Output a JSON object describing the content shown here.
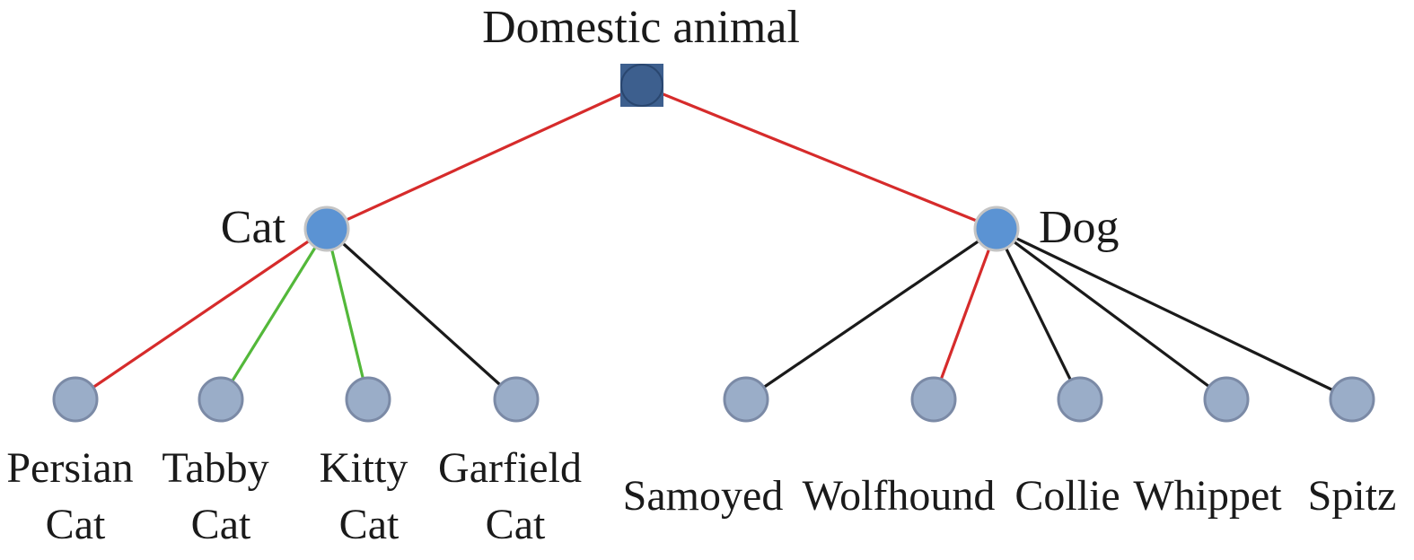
{
  "tree": {
    "root": {
      "label": "Domestic animal"
    },
    "groups": [
      {
        "id": "cat",
        "label": "Cat",
        "children": [
          {
            "lines": [
              "Persian",
              "Cat"
            ],
            "edge_color": "#d62b2b"
          },
          {
            "lines": [
              "Tabby",
              "Cat"
            ],
            "edge_color": "#53b83a"
          },
          {
            "lines": [
              "Kitty",
              "Cat"
            ],
            "edge_color": "#53b83a"
          },
          {
            "lines": [
              "Garfield",
              "Cat"
            ],
            "edge_color": "#1a1a1a"
          }
        ]
      },
      {
        "id": "dog",
        "label": "Dog",
        "children": [
          {
            "lines": [
              "Samoyed"
            ],
            "edge_color": "#1a1a1a"
          },
          {
            "lines": [
              "Wolfhound"
            ],
            "edge_color": "#d62b2b"
          },
          {
            "lines": [
              "Collie"
            ],
            "edge_color": "#1a1a1a"
          },
          {
            "lines": [
              "Whippet"
            ],
            "edge_color": "#1a1a1a"
          },
          {
            "lines": [
              "Spitz"
            ],
            "edge_color": "#1a1a1a"
          }
        ]
      }
    ]
  },
  "colors": {
    "root_edge": "#d62b2b",
    "root_fill": "#3d5f8e",
    "group_fill": "#5b93d3",
    "leaf_fill": "#9aadc8",
    "leaf_stroke": "#7b8aa6",
    "group_stroke": "#c4c4c4"
  }
}
